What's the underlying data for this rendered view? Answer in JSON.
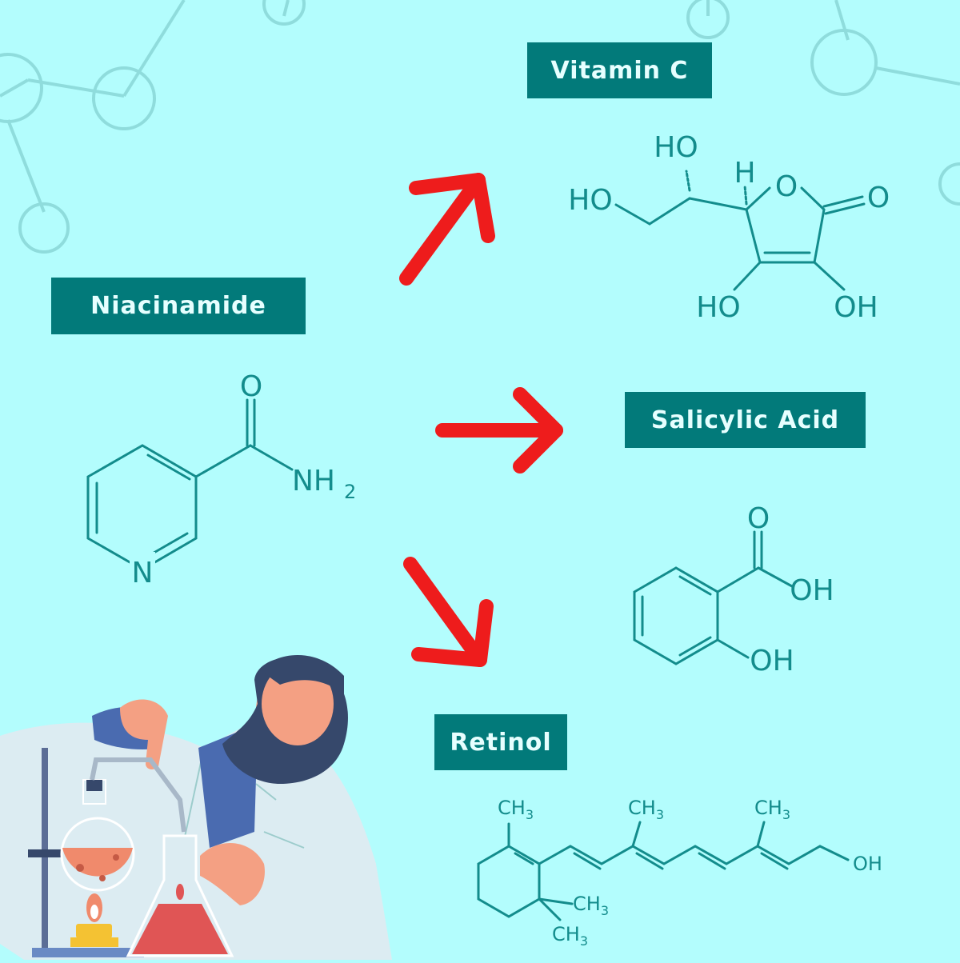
{
  "colors": {
    "background": "#b3fdfd",
    "label_bg": "#027a7a",
    "label_text": "#e6ffff",
    "structure": "#138c8c",
    "arrow": "#ee1c1c",
    "decor": "#8fdcdc"
  },
  "labels": {
    "niacinamide": "Niacinamide",
    "vitamin_c": "Vitamin C",
    "salicylic_acid": "Salicylic Acid",
    "retinol": "Retinol"
  },
  "atoms": {
    "niacinamide": {
      "o": "O",
      "nh": "NH",
      "sub2": "2",
      "n": "N"
    },
    "vitamin_c": {
      "ho_top": "HO",
      "h": "H",
      "ho_left": "HO",
      "o_ring": "O",
      "o_carbonyl": "O",
      "ho_bottom": "HO",
      "oh_bottom": "OH"
    },
    "salicylic": {
      "o": "O",
      "oh_acid": "OH",
      "oh_phenol": "OH"
    },
    "retinol": {
      "ch": "CH",
      "sub3": "3",
      "oh": "OH"
    }
  },
  "icons": {
    "arrows": [
      "arrow-up-right-icon",
      "arrow-right-icon",
      "arrow-down-right-icon"
    ],
    "illustration": "scientist-lab-icon"
  }
}
